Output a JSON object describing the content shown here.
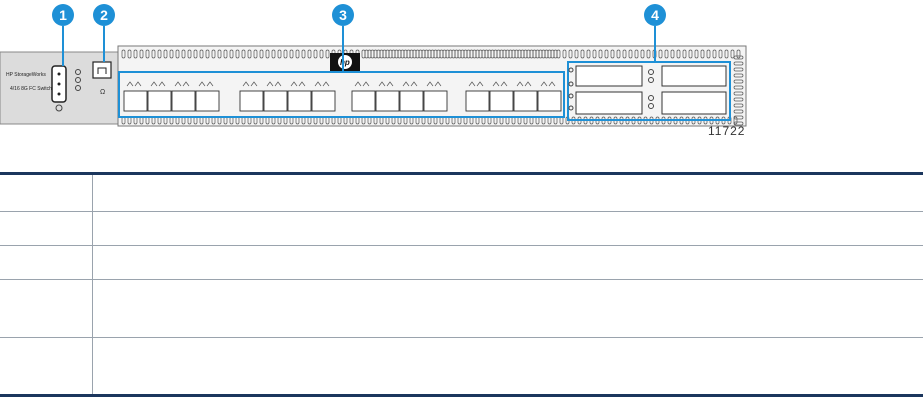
{
  "figure": {
    "callouts": [
      "1",
      "2",
      "3",
      "4"
    ],
    "panel_label_line1": "HP StorageWorks",
    "panel_label_line2": "4/16 8G FC Switch",
    "logo": "hp",
    "figure_id": "11722",
    "colors": {
      "callout": "#1e90d6",
      "outline": "#1e90d6",
      "line": "#1b365d"
    }
  },
  "table": {
    "header": [
      "",
      ""
    ],
    "rows": [
      [
        "",
        ""
      ],
      [
        "",
        ""
      ],
      [
        "",
        ""
      ],
      [
        "",
        ""
      ]
    ]
  }
}
